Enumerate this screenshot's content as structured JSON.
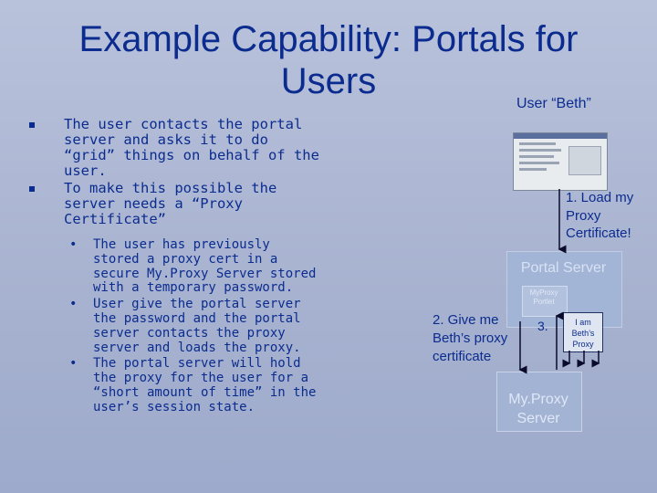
{
  "slide": {
    "title": "Example Capability: Portals for Users",
    "user_label": "User “Beth”",
    "bullets": [
      "The user contacts the portal server and asks it to do “grid” things on behalf of the user.",
      "To make this possible the server needs a “Proxy Certificate”"
    ],
    "sub_bullets": [
      "The user has previously stored a proxy cert in a secure My.Proxy Server stored with a temporary password.",
      "User give the portal server the password and the portal server contacts the proxy server and loads the proxy.",
      "The portal server will hold the proxy for the user for a “short amount of time” in the user’s session state."
    ]
  },
  "diagram": {
    "load_label": "1. Load my Proxy Certificate!",
    "portal_server_label": "Portal Server",
    "portlet_label": "MyProxy Portlet",
    "beth_proxy_label": "I am Beth’s Proxy",
    "give_label": "2. Give me Beth’s proxy certificate",
    "step3_label": "3.",
    "myproxy_label": "My.Proxy Server"
  },
  "icons": {
    "bullet": "square-bullet-icon",
    "sub_bullet": "round-bullet-icon"
  },
  "colors": {
    "background": "#aeb8d4",
    "text": "#0b2c8e",
    "portal_box": "#a3b5d6"
  }
}
